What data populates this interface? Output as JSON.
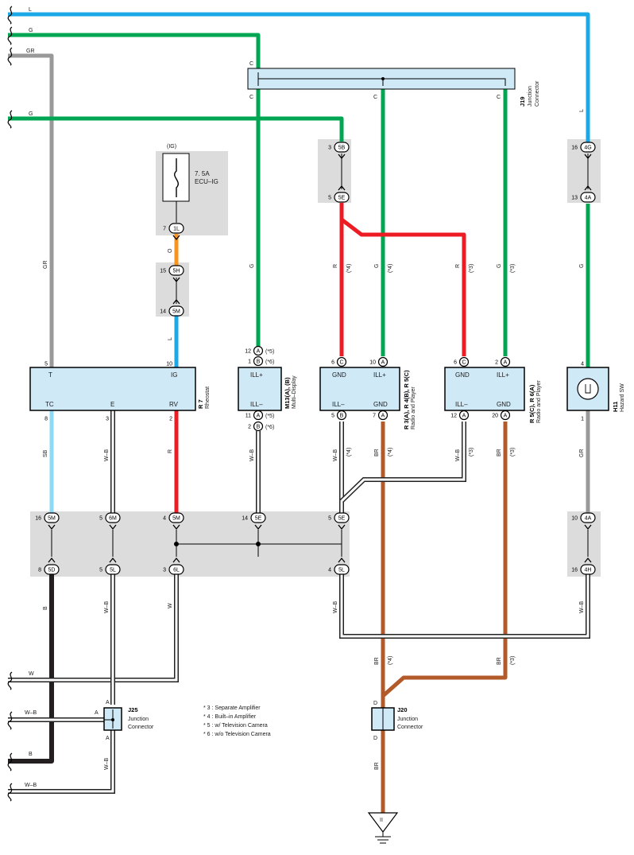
{
  "inputs": {
    "in1": {
      "label": "L"
    },
    "in2": {
      "label": "G"
    },
    "in3": {
      "label": "GR"
    },
    "in4": {
      "label": "G"
    }
  },
  "fuse": {
    "supply": "(IG)",
    "rating": "7. 5A",
    "name": "ECU–IG"
  },
  "junction_j19": {
    "id": "J19",
    "name": "Junction",
    "name2": "Connector",
    "pin": "C"
  },
  "junction_j25": {
    "id": "J25",
    "name": "Junction",
    "name2": "Connector",
    "pin": "A"
  },
  "junction_j20": {
    "id": "J20",
    "name": "Junction",
    "name2": "Connector",
    "pin": "D"
  },
  "components": {
    "r7": {
      "id": "R 7",
      "name": "Rheostat",
      "pins": {
        "t": "T",
        "ig": "IG",
        "tc": "TC",
        "e": "E",
        "rv": "RV"
      }
    },
    "m13": {
      "id": "M13(A), (B)",
      "name": "Multi–Display",
      "pins": {
        "ill_plus": "ILL+",
        "ill_minus": "ILL–"
      }
    },
    "r3": {
      "id": "R 3(A), R 4(B), R 5(C)",
      "name": "Radio and Player",
      "pins": {
        "gnd": "GND",
        "ill_plus": "ILL+",
        "ill_minus": "ILL–",
        "gnd2": "GND"
      }
    },
    "r5": {
      "id": "R 5(C), R 6(A)",
      "name": "Radio and Player",
      "pins": {
        "gnd": "GND",
        "ill_plus": "ILL+",
        "ill_minus": "ILL–",
        "gnd2": "GND"
      }
    },
    "h11": {
      "id": "H11",
      "name": "Hazard SW"
    }
  },
  "wire_colors": {
    "L": "L",
    "G": "G",
    "GR": "GR",
    "O": "O",
    "R": "R",
    "SB": "SB",
    "WB": "W–B",
    "W": "W",
    "B": "B",
    "BR": "BR"
  },
  "options": {
    "o3": "(*3)",
    "o4": "(*4)",
    "o5": "(*5)",
    "o6": "(*6)"
  },
  "notes": [
    "* 3 : Separate Amplifier",
    "* 4 : Built–in Amplifier",
    "* 5 : w/ Television Camera",
    "* 6 : w/o Television Camera"
  ],
  "outputs": {
    "out1": {
      "label": "W"
    },
    "out2": {
      "label": "W–B"
    },
    "out3": {
      "label": "B"
    },
    "out4": {
      "label": "W–B"
    }
  },
  "ground": {
    "label": "II"
  },
  "connectors": {
    "ig_1l": {
      "pin": "7",
      "code": "1L"
    },
    "c_5h": {
      "pin": "15",
      "code": "5H"
    },
    "c_5m_14": {
      "pin": "14",
      "code": "5M"
    },
    "c_5b": {
      "pin": "3",
      "code": "5B"
    },
    "c_5e_top": {
      "pin": "5",
      "code": "5E"
    },
    "c_4g": {
      "pin": "16",
      "code": "4G"
    },
    "c_4a_top": {
      "pin": "13",
      "code": "4A"
    },
    "m13_a12": {
      "pin": "12",
      "code": "A"
    },
    "m13_b1": {
      "pin": "1",
      "code": "B"
    },
    "m13_a11": {
      "pin": "11",
      "code": "A"
    },
    "m13_b2": {
      "pin": "2",
      "code": "B"
    },
    "r3_c6": {
      "pin": "6",
      "code": "C"
    },
    "r3_a10": {
      "pin": "10",
      "code": "A"
    },
    "r3_b5": {
      "pin": "5",
      "code": "B"
    },
    "r3_a7": {
      "pin": "7",
      "code": "A"
    },
    "r5_c6": {
      "pin": "6",
      "code": "C"
    },
    "r5_a2": {
      "pin": "2",
      "code": "A"
    },
    "r5_a12": {
      "pin": "12",
      "code": "A"
    },
    "r5_a20": {
      "pin": "20",
      "code": "A"
    },
    "r7_p5": {
      "pin": "5"
    },
    "r7_p10": {
      "pin": "10"
    },
    "r7_p8": {
      "pin": "8"
    },
    "r7_p3": {
      "pin": "3"
    },
    "r7_p2": {
      "pin": "2"
    },
    "h11_p4": {
      "pin": "4"
    },
    "h11_p1": {
      "pin": "1"
    },
    "j_5m_16": {
      "pin": "16",
      "code": "5M"
    },
    "j_6m_5": {
      "pin": "5",
      "code": "6M"
    },
    "j_5m_4": {
      "pin": "4",
      "code": "5M"
    },
    "j_5e_14": {
      "pin": "14",
      "code": "5E"
    },
    "j_5e_5": {
      "pin": "5",
      "code": "5E"
    },
    "j_4a_10": {
      "pin": "10",
      "code": "4A"
    },
    "j_5d_8": {
      "pin": "8",
      "code": "5D"
    },
    "j_5l_5": {
      "pin": "5",
      "code": "5L"
    },
    "j_6l_3": {
      "pin": "3",
      "code": "6L"
    },
    "j_5l_4": {
      "pin": "4",
      "code": "5L"
    },
    "j_4h_16": {
      "pin": "16",
      "code": "4H"
    }
  },
  "colors": {
    "blue": "#1aa9e6",
    "green": "#00a651",
    "gray": "#999999",
    "orange": "#f7941d",
    "red": "#ed1c24",
    "skyblue": "#8ed8f8",
    "black": "#231f20",
    "brown": "#b35a2a",
    "panel": "#dcdcdc",
    "component": "#cfe9f7"
  }
}
